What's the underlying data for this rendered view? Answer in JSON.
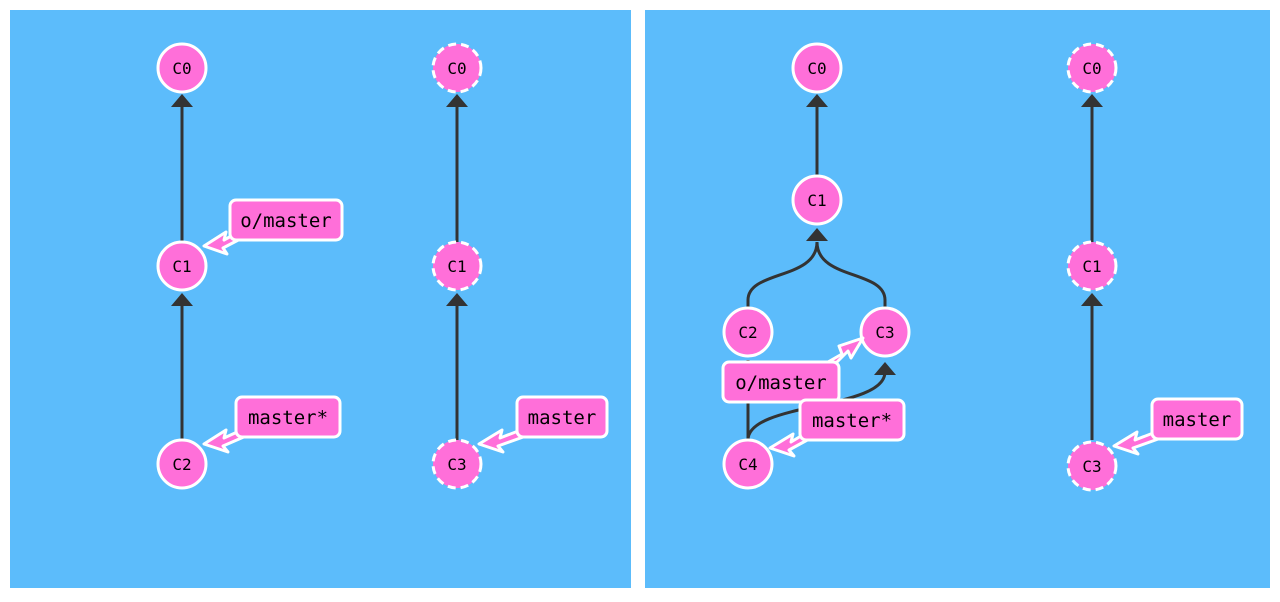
{
  "panels": [
    {
      "name": "left",
      "local": {
        "nodes": [
          {
            "id": "c0",
            "label": "C0"
          },
          {
            "id": "c1",
            "label": "C1"
          },
          {
            "id": "c2",
            "label": "C2"
          }
        ],
        "branches": [
          {
            "id": "origin-master",
            "label": "o/master",
            "target": "C1"
          },
          {
            "id": "master",
            "label": "master*",
            "target": "C2"
          }
        ]
      },
      "remote": {
        "nodes": [
          {
            "id": "c0",
            "label": "C0"
          },
          {
            "id": "c1",
            "label": "C1"
          },
          {
            "id": "c3",
            "label": "C3"
          }
        ],
        "branches": [
          {
            "id": "master",
            "label": "master",
            "target": "C3"
          }
        ]
      }
    },
    {
      "name": "right",
      "local": {
        "nodes": [
          {
            "id": "c0",
            "label": "C0"
          },
          {
            "id": "c1",
            "label": "C1"
          },
          {
            "id": "c2",
            "label": "C2"
          },
          {
            "id": "c3",
            "label": "C3"
          },
          {
            "id": "c4",
            "label": "C4"
          }
        ],
        "branches": [
          {
            "id": "origin-master",
            "label": "o/master",
            "target": "C3"
          },
          {
            "id": "master",
            "label": "master*",
            "target": "C4"
          }
        ]
      },
      "remote": {
        "nodes": [
          {
            "id": "c0",
            "label": "C0"
          },
          {
            "id": "c1",
            "label": "C1"
          },
          {
            "id": "c3",
            "label": "C3"
          }
        ],
        "branches": [
          {
            "id": "master",
            "label": "master",
            "target": "C3"
          }
        ]
      }
    }
  ],
  "colors": {
    "background": "#5cbcfb",
    "commit_fill": "#ff6fd9",
    "edge": "#333333",
    "border": "#ffffff"
  }
}
